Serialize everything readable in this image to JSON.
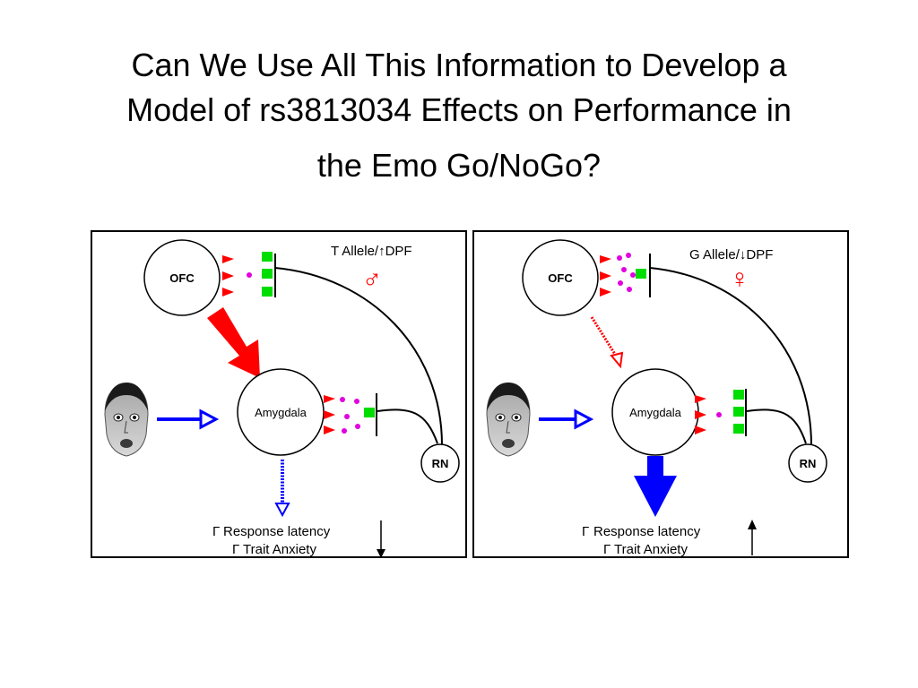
{
  "slide": {
    "title_line1": "Can We Use All This Information to Develop a",
    "title_line2": "Model of rs3813034 Effects on Performance in",
    "title_line3": "the Emo Go/NoGo?"
  },
  "colors": {
    "red": "#ff0000",
    "green": "#00dd00",
    "magenta": "#e000e0",
    "blue": "#0000ff"
  },
  "panel_left": {
    "allele_label": "T Allele/↑DPF",
    "sex_symbol": "♂",
    "ofc_label": "OFC",
    "amygdala_label": "Amygdala",
    "rn_label": "RN",
    "response_label": "Response latency",
    "anxiety_label": "Trait Anxiety",
    "arrow_direction": "down"
  },
  "panel_right": {
    "allele_label": "G Allele/↓DPF",
    "sex_symbol": "♀",
    "ofc_label": "OFC",
    "amygdala_label": "Amygdala",
    "rn_label": "RN",
    "response_label": "Response latency",
    "anxiety_label": "Trait Anxiety",
    "arrow_direction": "up"
  },
  "icons": {
    "face": "fearful-face-icon",
    "arrow_up": "arrow-up-icon",
    "arrow_down": "arrow-down-icon"
  }
}
